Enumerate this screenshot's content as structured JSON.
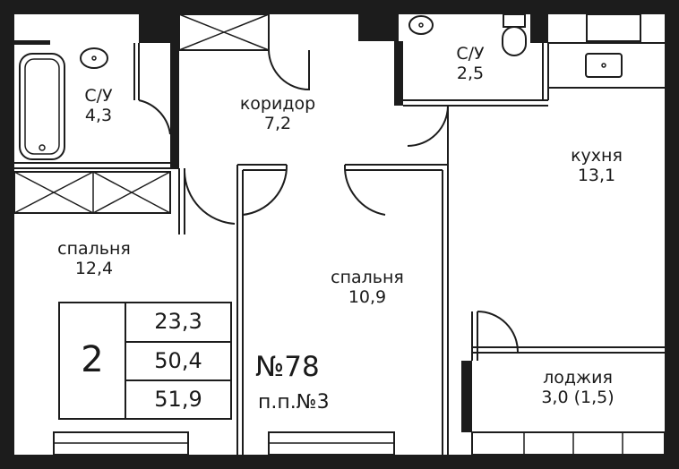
{
  "rooms": {
    "bath_big": {
      "name": "С/У",
      "area": "4,3"
    },
    "corridor": {
      "name": "коридор",
      "area": "7,2"
    },
    "bath_small": {
      "name": "С/У",
      "area": "2,5"
    },
    "kitchen": {
      "name": "кухня",
      "area": "13,1"
    },
    "bedroom_left": {
      "name": "спальня",
      "area": "12,4"
    },
    "bedroom_center": {
      "name": "спальня",
      "area": "10,9"
    },
    "loggia": {
      "name": "лоджия",
      "area": "3,0 (1,5)"
    }
  },
  "summary": {
    "rooms_count": "2",
    "living_area": "23,3",
    "total_area": "50,4",
    "total_area_with_loggia": "51,9"
  },
  "apartment": {
    "number": "№78",
    "entrance": "п.п.№3"
  }
}
